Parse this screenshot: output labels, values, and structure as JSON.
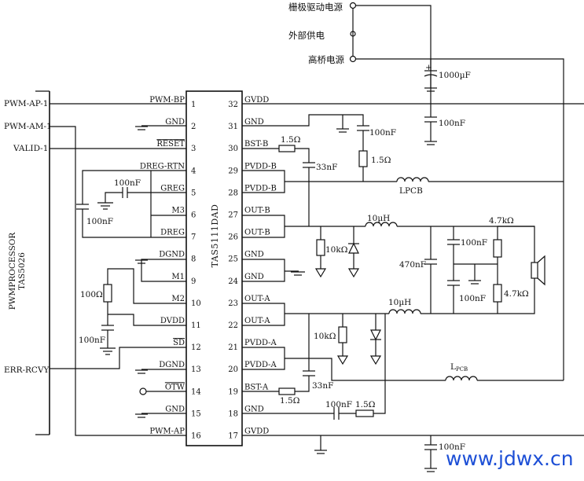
{
  "chip": {
    "name": "TAS5111DAD",
    "left_pins": [
      {
        "num": "1",
        "name": "PWM-BP"
      },
      {
        "num": "2",
        "name": "GND"
      },
      {
        "num": "3",
        "name": "RESET"
      },
      {
        "num": "4",
        "name": "DREG-RTN"
      },
      {
        "num": "5",
        "name": "GREG"
      },
      {
        "num": "6",
        "name": "M3"
      },
      {
        "num": "7",
        "name": "DREG"
      },
      {
        "num": "8",
        "name": "DGND"
      },
      {
        "num": "9",
        "name": "M1"
      },
      {
        "num": "10",
        "name": "M2"
      },
      {
        "num": "11",
        "name": "DVDD"
      },
      {
        "num": "12",
        "name": "SD"
      },
      {
        "num": "13",
        "name": "DGND"
      },
      {
        "num": "14",
        "name": "OTW"
      },
      {
        "num": "15",
        "name": "GND"
      },
      {
        "num": "16",
        "name": "PWM-AP"
      }
    ],
    "right_pins": [
      {
        "num": "32",
        "name": "GVDD"
      },
      {
        "num": "31",
        "name": "GND"
      },
      {
        "num": "30",
        "name": "BST-B"
      },
      {
        "num": "29",
        "name": "PVDD-B"
      },
      {
        "num": "28",
        "name": "PVDD-B"
      },
      {
        "num": "27",
        "name": "OUT-B"
      },
      {
        "num": "26",
        "name": "OUT-B"
      },
      {
        "num": "25",
        "name": "GND"
      },
      {
        "num": "24",
        "name": "GND"
      },
      {
        "num": "23",
        "name": "OUT-A"
      },
      {
        "num": "22",
        "name": "OUT-A"
      },
      {
        "num": "21",
        "name": "PVDD-A"
      },
      {
        "num": "20",
        "name": "PVDD-A"
      },
      {
        "num": "19",
        "name": "BST-A"
      },
      {
        "num": "18",
        "name": "GND"
      },
      {
        "num": "17",
        "name": "GVDD"
      }
    ]
  },
  "processor": {
    "line1": "PWMPROCESSOR",
    "line2": "TAS5026",
    "signals": {
      "pwm_ap": "PWM-AP-1",
      "pwm_am": "PWM-AM-1",
      "valid": "VALID-1",
      "err": "ERR-RCVY"
    }
  },
  "power_labels": {
    "gate_drive": "栅极驱动电源",
    "external": "外部供电",
    "bridge": "高桥电源"
  },
  "components": {
    "c_bulk": "1000µF",
    "c_gvdd_top": "100nF",
    "c_gnd31": "100nF",
    "r_top_1_5": "1.5Ω",
    "r_bst_b": "1.5Ω",
    "c_bst_b": "33nF",
    "l_pcb_b": "LPCB",
    "c_greg": "100nF",
    "c_dreg": "100nF",
    "l_out_b": "10µH",
    "r_snub_b": "10kΩ",
    "c_out": "470nF",
    "c_filter_1": "100nF",
    "c_filter_2": "100nF",
    "r_spk_1": "4.7kΩ",
    "r_spk_2": "4.7kΩ",
    "r_dvdd": "100Ω",
    "c_dvdd": "100nF",
    "l_out_a": "10µH",
    "r_snub_a": "10kΩ",
    "l_pcb_a_main": "L",
    "l_pcb_a_sub": "PCB",
    "c_bst_a": "33nF",
    "r_bst_a": "1.5Ω",
    "c_gnd18": "100nF",
    "r_gnd18": "1.5Ω",
    "c_gvdd_bot": "100nF"
  },
  "watermark": "www.jdwx.cn"
}
